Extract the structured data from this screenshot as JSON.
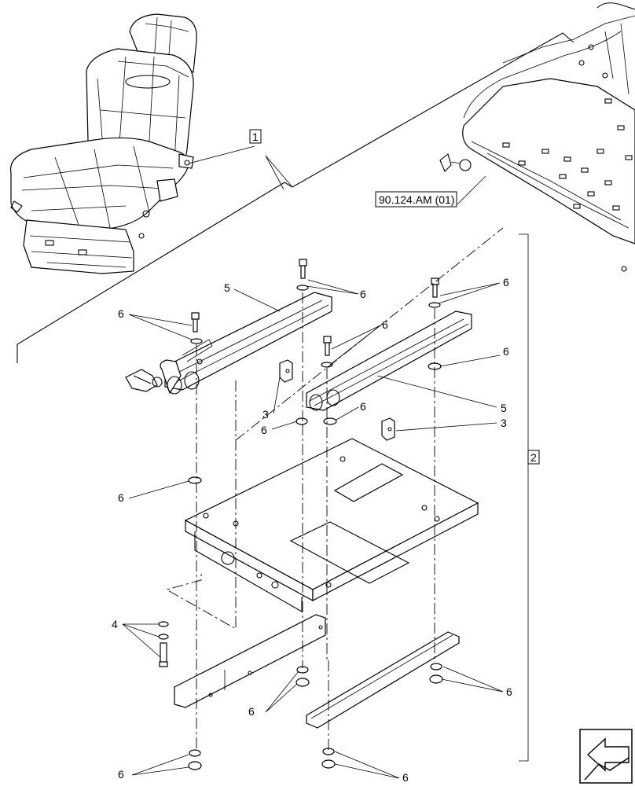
{
  "reference_label": "90.124.AM (01)",
  "callouts": {
    "c1": "1",
    "c2": "2",
    "c3a": "3",
    "c3b": "3",
    "c4": "4",
    "c5a": "5",
    "c5b": "5",
    "c6": [
      "6",
      "6",
      "6",
      "6",
      "6",
      "6",
      "6",
      "6",
      "6",
      "6",
      "6",
      "6"
    ]
  },
  "icons": {
    "corner": "arrow-return-icon"
  }
}
